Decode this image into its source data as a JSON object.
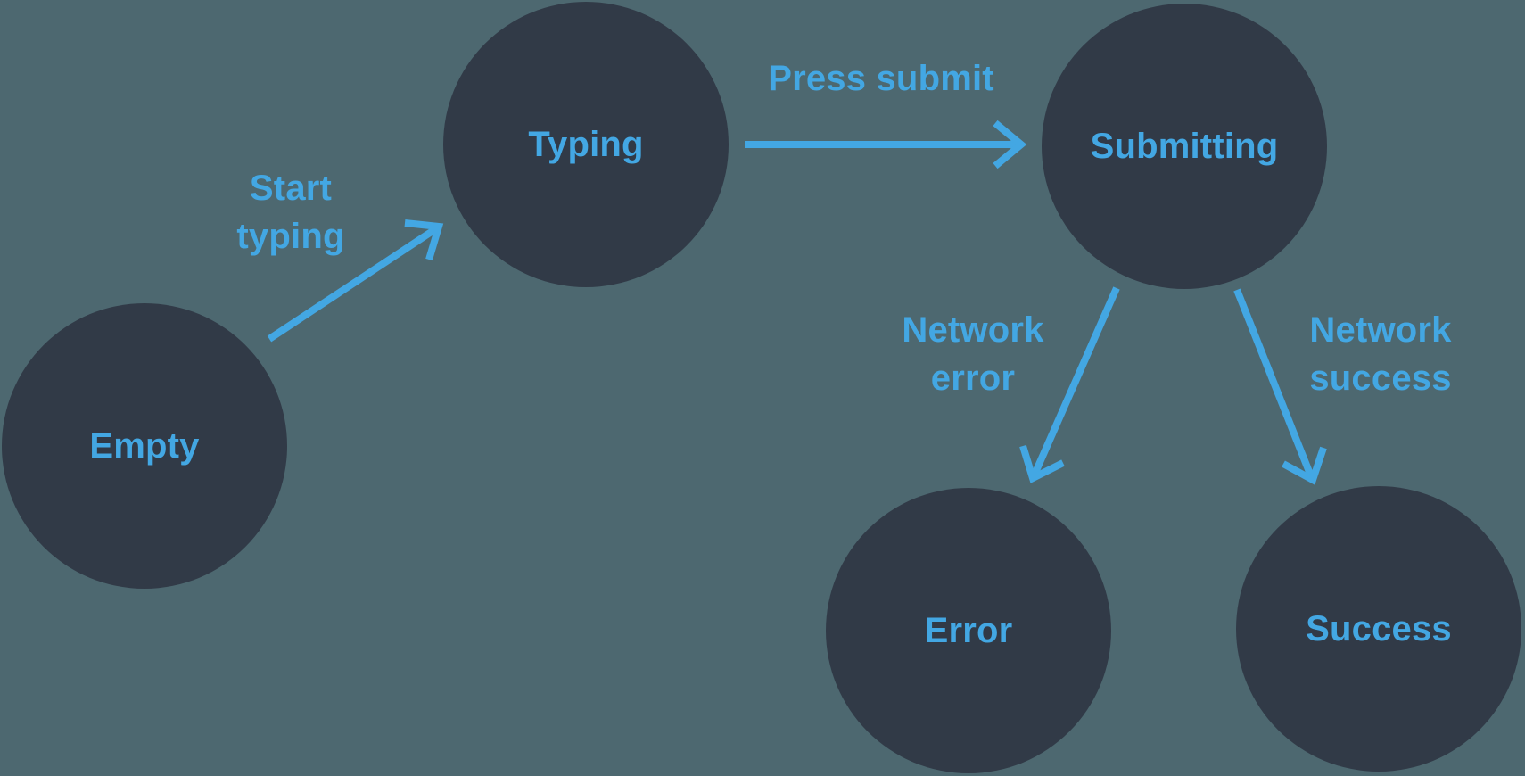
{
  "diagram": {
    "type": "state-machine",
    "colors": {
      "background": "#4D6870",
      "node_fill": "#313A47",
      "accent": "#43A7E3"
    },
    "states": [
      {
        "id": "empty",
        "label": "Empty"
      },
      {
        "id": "typing",
        "label": "Typing"
      },
      {
        "id": "submitting",
        "label": "Submitting"
      },
      {
        "id": "error",
        "label": "Error"
      },
      {
        "id": "success",
        "label": "Success"
      }
    ],
    "transitions": [
      {
        "id": "start-typing",
        "from": "empty",
        "to": "typing",
        "label": "Start typing",
        "lines": [
          "Start",
          "typing"
        ]
      },
      {
        "id": "press-submit",
        "from": "typing",
        "to": "submitting",
        "label": "Press submit",
        "lines": [
          "Press submit"
        ]
      },
      {
        "id": "network-error",
        "from": "submitting",
        "to": "error",
        "label": "Network error",
        "lines": [
          "Network",
          "error"
        ]
      },
      {
        "id": "network-success",
        "from": "submitting",
        "to": "success",
        "label": "Network success",
        "lines": [
          "Network",
          "success"
        ]
      }
    ]
  }
}
